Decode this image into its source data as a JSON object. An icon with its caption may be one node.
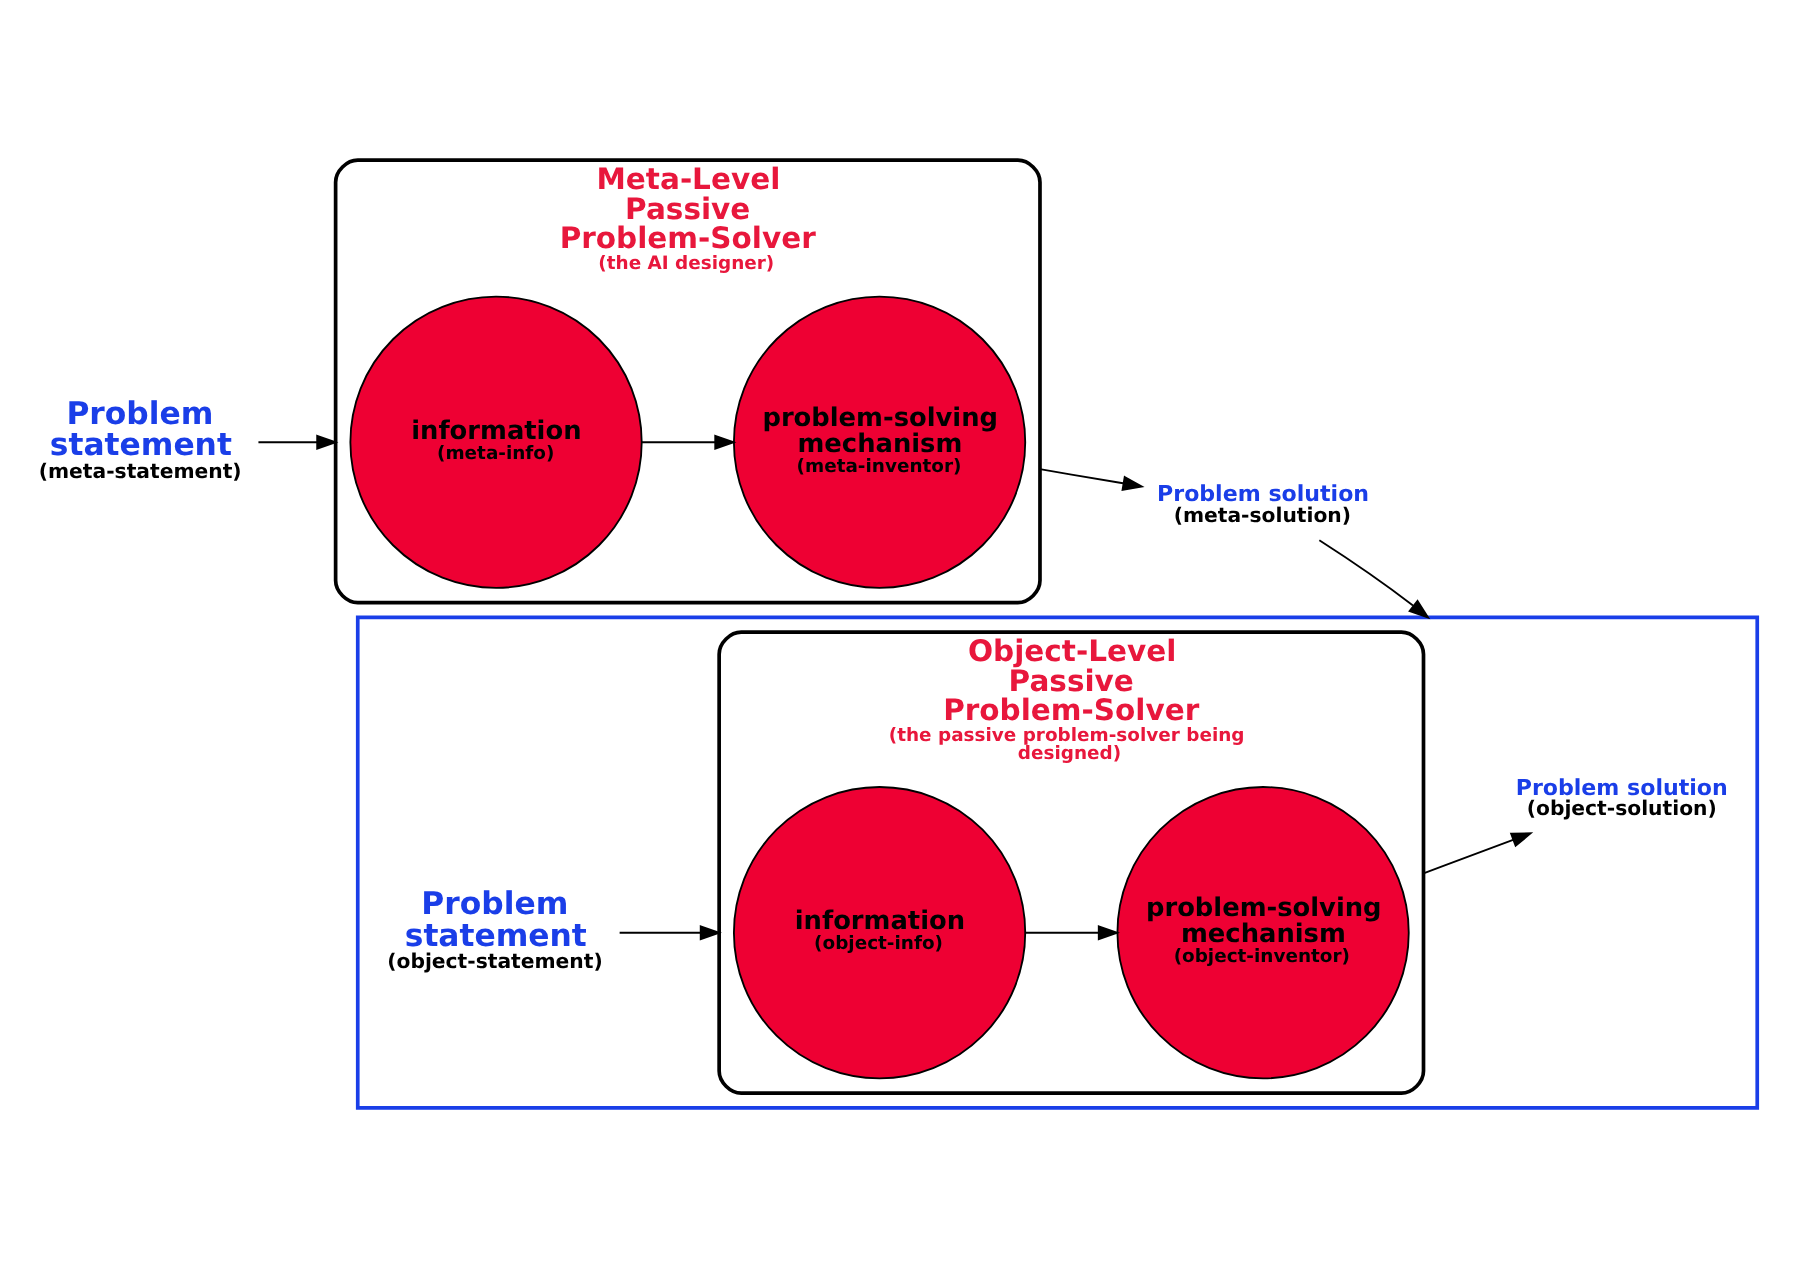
{
  "diagram": {
    "nodes": [
      {
        "text": [
          "Meta-Level Passive Problem-Solver",
          "(the AI designer)"
        ]
      },
      {
        "text": [
          "information",
          "(meta-info)"
        ],
        "in": 0
      },
      {
        "text": [
          "problem-solving mechanism",
          "(meta-inventor)"
        ],
        "in": 0
      },
      {
        "text": [
          "Problem statement",
          "(meta-statement)"
        ]
      },
      {
        "text": [
          "Problem solution",
          "(meta-solution)"
        ]
      },
      {
        "text": [],
        "shape": "box"
      },
      {
        "text": [
          "Object-Level Passive Problem-Solver",
          "(the passive problem-solver being designed)"
        ],
        "in": 5
      },
      {
        "text": [
          "information",
          "(object-info)"
        ],
        "in": 6
      },
      {
        "text": [
          "problem-solving mechanism",
          "(object-inventor)"
        ],
        "in": 6
      },
      {
        "text": [
          "Problem statement",
          "(object-statement)"
        ],
        "in": 5
      },
      {
        "text": [
          "Problem solution",
          "(object-solution)"
        ],
        "in": 5
      }
    ],
    "edges": [
      {
        "from": 3,
        "to": 0,
        "arrow": "to"
      },
      {
        "from": 1,
        "to": 2,
        "arrow": "to"
      },
      {
        "from": 0,
        "to": 4,
        "arrow": "to"
      },
      {
        "from": 4,
        "to": 5,
        "arrow": "to"
      },
      {
        "from": 9,
        "to": 6,
        "arrow": "to"
      },
      {
        "from": 7,
        "to": 8,
        "arrow": "to"
      },
      {
        "from": 6,
        "to": 10,
        "arrow": "to"
      }
    ]
  }
}
